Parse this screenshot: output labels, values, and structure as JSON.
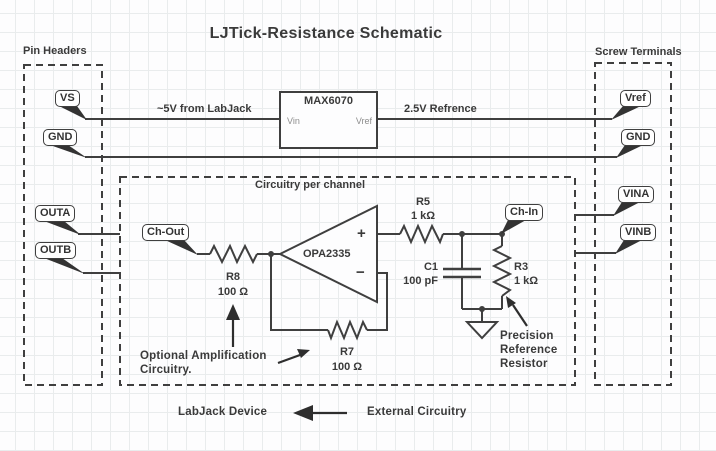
{
  "title": "LJTick-Resistance Schematic",
  "regions": {
    "pin_headers": {
      "title": "Pin Headers"
    },
    "screw_terminals": {
      "title": "Screw Terminals"
    },
    "channel": {
      "title": "Circuitry per channel"
    }
  },
  "pins": {
    "vs": "VS",
    "gnd_left": "GND",
    "outa": "OUTA",
    "outb": "OUTB",
    "vref": "Vref",
    "gnd_right": "GND",
    "vina": "VINA",
    "vinb": "VINB",
    "ch_out": "Ch-Out",
    "ch_in": "Ch-In"
  },
  "ics": {
    "regulator": {
      "name": "MAX6070",
      "pin_in": "Vin",
      "pin_out": "Vref"
    },
    "opamp": {
      "name": "OPA2335",
      "plus": "+",
      "minus": "−"
    }
  },
  "components": {
    "r5": {
      "ref": "R5",
      "value": "1 kΩ"
    },
    "r8": {
      "ref": "R8",
      "value": "100 Ω"
    },
    "r7": {
      "ref": "R7",
      "value": "100 Ω"
    },
    "r3": {
      "ref": "R3",
      "value": "1 kΩ"
    },
    "c1": {
      "ref": "C1",
      "value": "100 pF"
    }
  },
  "annotations": {
    "supply_note": "~5V from LabJack",
    "reference_note": "2.5V Refrence",
    "optional_amp_1": "Optional Amplification",
    "optional_amp_2": "Circuitry.",
    "precision_1": "Precision",
    "precision_2": "Reference",
    "precision_3": "Resistor",
    "left_side": "LabJack Device",
    "right_side": "External Circuitry"
  },
  "colors": {
    "line": "#3f3f3f",
    "text": "#3a3a3a",
    "grid": "#e9eced",
    "pin_secondary": "#8d8d8d"
  }
}
